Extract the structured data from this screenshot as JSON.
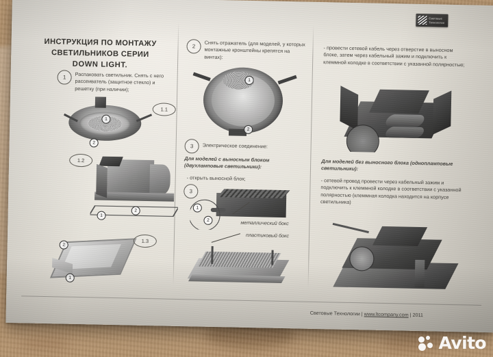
{
  "photo": {
    "background_color": "#b5946f",
    "paper_color": "#e9e6de"
  },
  "document": {
    "title_line1": "ИНСТРУКЦИЯ ПО МОНТАЖУ",
    "title_line2": "СВЕТИЛЬНИКОВ СЕРИИ",
    "title_line3": "DOWN LIGHT.",
    "logo": {
      "line1": "Световые",
      "line2": "Технологии"
    },
    "steps": [
      {
        "number": "1",
        "text": "Распаковать светильник. Снять с него рассеиватель (защитное стекло) и решетку (при наличии);"
      },
      {
        "number": "2",
        "text": "Снять отражатель (для моделей, у которых монтажные кронштейны крепятся на винтах):"
      },
      {
        "number": "3",
        "text": "Электрическое соединение:"
      }
    ],
    "left_column": {
      "figure_labels": [
        "1.1",
        "1.2",
        "1.3"
      ],
      "callouts": [
        "1",
        "2"
      ]
    },
    "middle_column": {
      "reflector_callouts": [
        "1",
        "2"
      ],
      "sub_heading": "Для моделей с выносным блоком (двухламповые светильники):",
      "bullet": "- открыть выносной блок;",
      "box_callouts": [
        "1",
        "2"
      ],
      "label_metal": "металлический бокс",
      "label_plastic": "пластиковый  бокс"
    },
    "right_column": {
      "bullet_remote": "- провести сетевой кабель через отверстие в выносном блоке, затем через кабельный зажим и подключить к клеммной колодке в соответствии с указанной полярностью;",
      "sub_heading": "Для моделей без выносного блока (однопламповые светильники):",
      "bullet_direct": "- сетевой провод провести через кабельный зажим и подключить к клеммной колодке в соответствии с указанной полярностью (клеммная колодка находится на корпусе светильника)"
    },
    "footer": {
      "company": "Световые Технологии",
      "sep1": "|",
      "url": "www.ltcompany.com",
      "sep2": "|",
      "year": "2011"
    }
  },
  "watermark": {
    "brand": "Avito"
  }
}
